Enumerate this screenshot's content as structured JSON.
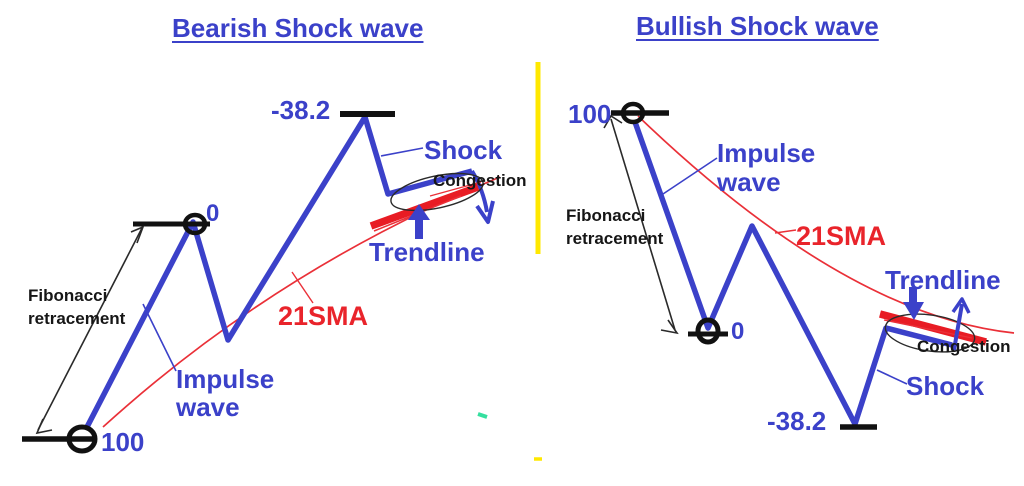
{
  "diagram_type": "forex shock wave pattern tutorial",
  "colors": {
    "blue_accent": "#3b41c9",
    "red_accent": "#e9242b",
    "black_ink": "#161616",
    "yellow_divider": "#ffe800",
    "green_mark": "#35df9f",
    "background": "#ffffff"
  },
  "left_panel": {
    "title": "Bearish Shock wave",
    "fib_levels": {
      "neg_382": "-38.2",
      "zero": "0",
      "hundred": "100"
    },
    "annotations": {
      "shock": "Shock",
      "congestion": "Congestion",
      "trendline": "Trendline",
      "sma": "21SMA",
      "impulse_line1": "Impulse",
      "impulse_line2": "wave",
      "fib_line1": "Fibonacci",
      "fib_line2": "retracement"
    }
  },
  "right_panel": {
    "title": "Bullish Shock wave",
    "fib_levels": {
      "hundred": "100",
      "zero": "0",
      "neg_382": "-38.2"
    },
    "annotations": {
      "impulse_line1": "Impulse",
      "impulse_line2": "wave",
      "sma": "21SMA",
      "fib_line1": "Fibonacci",
      "fib_line2": "retracement",
      "trendline": "Trendline",
      "congestion": "Congestion",
      "shock": "Shock"
    }
  }
}
